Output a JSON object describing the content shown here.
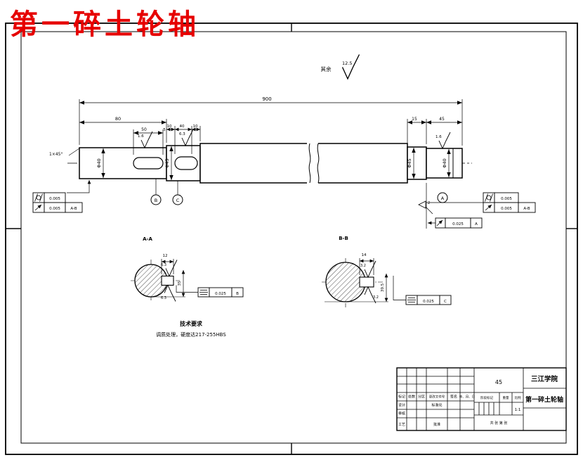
{
  "drawing": {
    "red_title": "第一碎土轮轴",
    "general_roughness_prefix": "其余",
    "general_roughness_value": "12.5"
  },
  "main_view": {
    "overall_length": "900",
    "left_section_length": "80",
    "keyway1_length": "50",
    "keyway1_end_gap": "5",
    "step_dims": [
      "10",
      "40",
      "10"
    ],
    "right_dims": [
      "15",
      "45"
    ],
    "dia_left_journal": "Φ40",
    "dia_second": "Φ45",
    "dia_right_step": "Φ45",
    "dia_right_journal": "Φ40",
    "chamfer": "1×45°",
    "roughness_left": "1.6",
    "roughness_second": "6.3",
    "roughness_right": "1.6",
    "datum_b": "B",
    "datum_c": "C",
    "datum_a": "A",
    "flag_note": "2"
  },
  "tolerance_frames": {
    "left": [
      {
        "symbol": "cylindricity",
        "value": "0.005"
      },
      {
        "symbol": "circular-runout",
        "value": "0.005",
        "datum": "A-B"
      }
    ],
    "right": [
      {
        "symbol": "cylindricity",
        "value": "0.005"
      },
      {
        "symbol": "circular-runout",
        "value": "0.005",
        "datum": "A-B"
      }
    ],
    "right_lower": {
      "symbol": "circular-runout",
      "value": "0.025",
      "datum": "A"
    }
  },
  "section_a": {
    "label": "A-A",
    "keyway_width": "12",
    "keyway_depth": "35",
    "roughness_top": "6.3",
    "roughness_bottom": "6.3",
    "symmetry_value": "0.025",
    "symmetry_datum": "B"
  },
  "section_b": {
    "label": "B-B",
    "keyway_width": "14",
    "keyway_depth": "39.5",
    "roughness_top": "3.2",
    "roughness_bottom": "3.2",
    "symmetry_value": "0.025",
    "symmetry_datum": "C"
  },
  "tech_req": {
    "heading": "技术要求",
    "line1": "调质处理，硬度达217-255HBS"
  },
  "title_block": {
    "school": "三江学院",
    "part_name": "第一碎土轮轴",
    "material": "45",
    "col_headers": [
      "标记",
      "处数",
      "分区",
      "更改文件号",
      "签名",
      "年、月、日"
    ],
    "design": "设计",
    "check": "审核",
    "process": "工艺",
    "standardize": "标准化",
    "approve": "批准",
    "stage_mark": "阶段标记",
    "weight": "重量",
    "scale_label": "比例",
    "scale_value": "1:1",
    "sheet_info": "共 张 第 张"
  }
}
